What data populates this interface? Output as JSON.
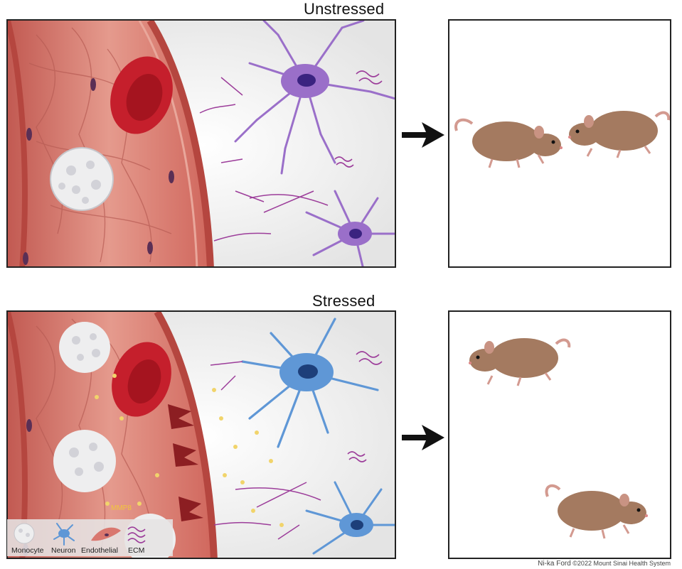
{
  "titles": {
    "top": "Unstressed",
    "bottom": "Stressed"
  },
  "legend": {
    "monocyte": "Monocyte",
    "neuron": "Neuron",
    "endothelial": "Endothelial",
    "ecm": "ECM"
  },
  "annotation": {
    "mmp8": "MMP8"
  },
  "credit": {
    "author": "Ni-ka Ford",
    "rest": "©2022 Mount Sinai Health System"
  },
  "colors": {
    "vessel_wall": "#d9776f",
    "vessel_dark": "#b5463f",
    "neuron_unstressed": "#9a6fc9",
    "neuron_stressed": "#5f97d6",
    "ecm": "#9c3d9a",
    "mmp8_particles": "#f1d46b",
    "mouse": "#a47a60"
  },
  "panels": {
    "unstressed_mice": 2,
    "stressed_mice": 2
  }
}
